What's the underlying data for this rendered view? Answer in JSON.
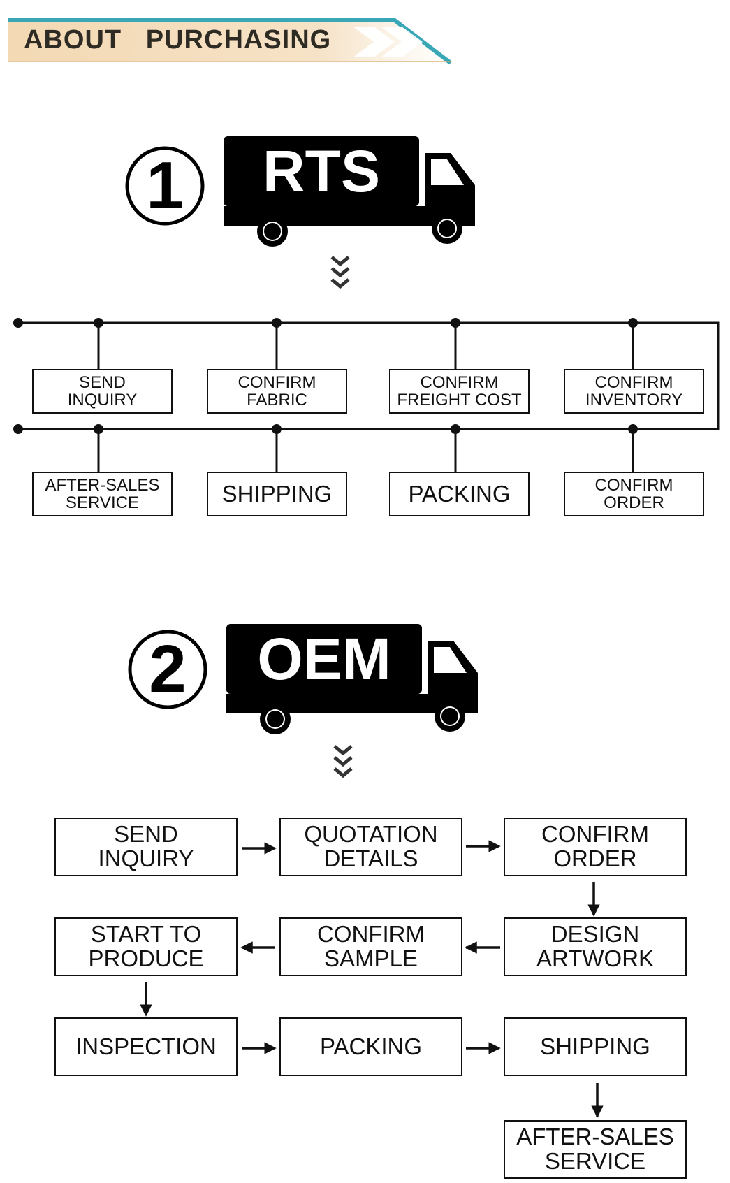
{
  "banner": {
    "title": "ABOUT   PURCHASING",
    "colors": {
      "fill_start": "#f3d9b4",
      "fill_end": "#ffffff",
      "accent": "#3aa7b6"
    }
  },
  "rts": {
    "number": "1",
    "label": "RTS",
    "steps_top": [
      "SEND\nINQUIRY",
      "CONFIRM\nFABRIC",
      "CONFIRM\nFREIGHT COST",
      "CONFIRM\nINVENTORY"
    ],
    "steps_bottom": [
      "AFTER-SALES\nSERVICE",
      "SHIPPING",
      "PACKING",
      "CONFIRM\nORDER"
    ]
  },
  "oem": {
    "number": "2",
    "label": "OEM",
    "steps": [
      "SEND\nINQUIRY",
      "QUOTATION\nDETAILS",
      "CONFIRM\nORDER",
      "START TO\nPRODUCE",
      "CONFIRM\nSAMPLE",
      "DESIGN\nARTWORK",
      "INSPECTION",
      "PACKING",
      "SHIPPING",
      "AFTER-SALES\nSERVICE"
    ]
  }
}
